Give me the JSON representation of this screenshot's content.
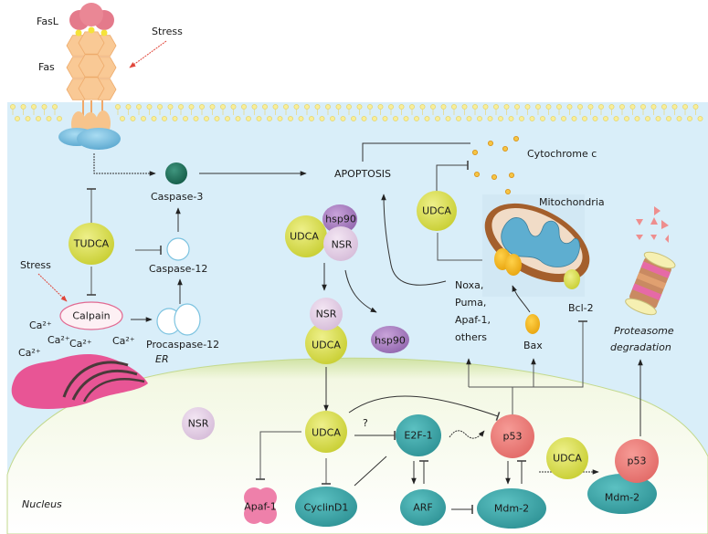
{
  "figure": {
    "title": "UDCA / TUDCA anti-apoptotic pathways",
    "colors": {
      "cytoplasm": "#d9eef9",
      "nucleus_fill": "#fbfdf4",
      "nucleus_edge": "#c9dc9a",
      "udca": "#d6dc4a",
      "nsr": "#e4cfe6",
      "hsp90": "#a97bc0",
      "teal": "#3aa6a8",
      "p53": "#ef7b78",
      "caspase3": "#1f6e5a",
      "pink": "#ee80aa",
      "bax": "#f2b21a",
      "fas": "#f7c48c",
      "fasl": "#e47a8b",
      "arrow_red": "#e0463a",
      "line": "#333333",
      "cytochrome": "#f0b43a"
    }
  },
  "labels": {
    "fasl": "FasL",
    "fas": "Fas",
    "stress_top": "Stress",
    "stress_left": "Stress",
    "caspase3": "Caspase-3",
    "caspase12": "Caspase-12",
    "procaspase12": "Procaspase-12",
    "calpain": "Calpain",
    "tudca": "TUDCA",
    "ca2": "Ca²⁺",
    "er": "ER",
    "apoptosis": "APOPTOSIS",
    "cytochrome_c": "Cytochrome c",
    "mitochondria": "Mitochondria",
    "udca": "UDCA",
    "hsp90": "hsp90",
    "nsr": "NSR",
    "noxa_list": [
      "Noxa,",
      "Puma,",
      "Apaf-1,",
      "others"
    ],
    "bax": "Bax",
    "bcl2": "Bcl-2",
    "proteasome": [
      "Proteasome",
      "degradation"
    ],
    "nucleus": "Nucleus",
    "e2f1": "E2F-1",
    "p53": "p53",
    "arf": "ARF",
    "mdm2": "Mdm-2",
    "cyclind1": "CyclinD1",
    "apaf1": "Apaf-1",
    "question": "?"
  }
}
